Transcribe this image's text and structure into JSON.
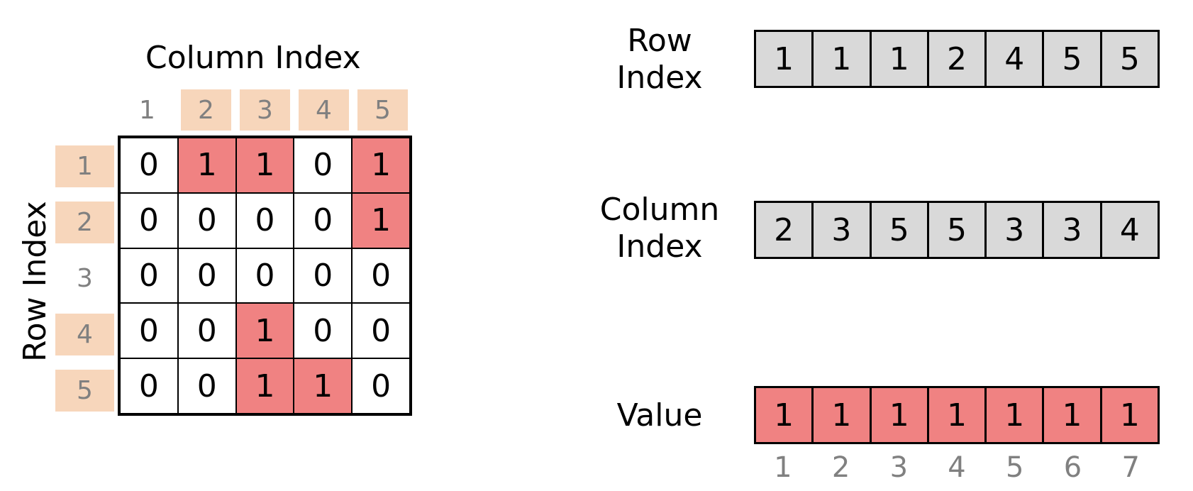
{
  "matrix": {
    "column_axis_label": "Column Index",
    "row_axis_label": "Row Index",
    "column_indices": [
      "1",
      "2",
      "3",
      "4",
      "5"
    ],
    "row_indices": [
      "1",
      "2",
      "3",
      "4",
      "5"
    ],
    "highlighted_columns": [
      "2",
      "3",
      "4",
      "5"
    ],
    "highlighted_rows": [
      "1",
      "2",
      "4",
      "5"
    ],
    "rows": [
      [
        "0",
        "1",
        "1",
        "0",
        "1"
      ],
      [
        "0",
        "0",
        "0",
        "0",
        "1"
      ],
      [
        "0",
        "0",
        "0",
        "0",
        "0"
      ],
      [
        "0",
        "0",
        "1",
        "0",
        "0"
      ],
      [
        "0",
        "0",
        "1",
        "1",
        "0"
      ]
    ]
  },
  "arrays": {
    "row_index": {
      "label_line1": "Row",
      "label_line2": "Index",
      "values": [
        "1",
        "1",
        "1",
        "2",
        "4",
        "5",
        "5"
      ]
    },
    "column_index": {
      "label_line1": "Column",
      "label_line2": "Index",
      "values": [
        "2",
        "3",
        "5",
        "5",
        "3",
        "3",
        "4"
      ]
    },
    "value": {
      "label": "Value",
      "values": [
        "1",
        "1",
        "1",
        "1",
        "1",
        "1",
        "1"
      ]
    },
    "positions": [
      "1",
      "2",
      "3",
      "4",
      "5",
      "6",
      "7"
    ]
  },
  "colors": {
    "nonzero_fill": "#f08282",
    "index_fill": "#d9d9d9",
    "header_highlight": "#f7d6bb",
    "index_text": "#808080"
  }
}
